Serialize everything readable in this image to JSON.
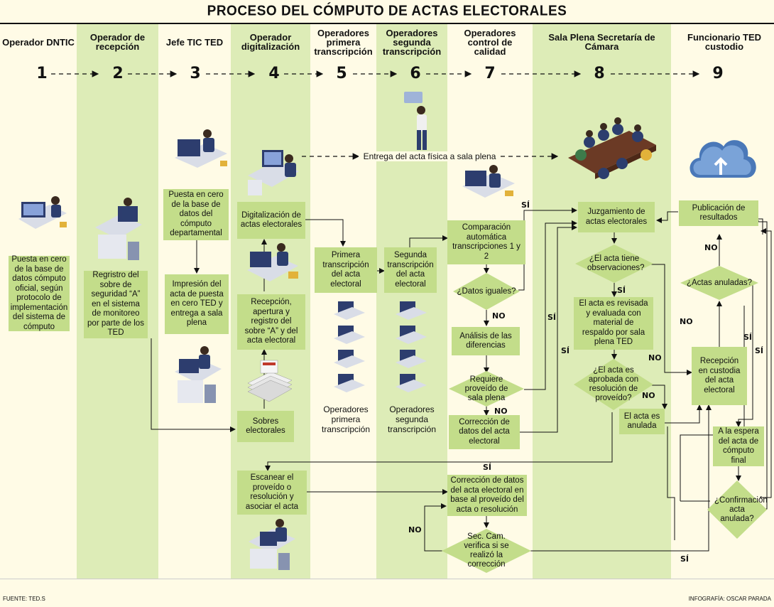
{
  "title": "PROCESO DEL CÓMPUTO DE ACTAS ELECTORALES",
  "columns": [
    {
      "label": "Operador DNTIC",
      "num": "1"
    },
    {
      "label": "Operador de recepción",
      "num": "2"
    },
    {
      "label": "Jefe TIC TED",
      "num": "3"
    },
    {
      "label": "Operador digitalización",
      "num": "4"
    },
    {
      "label": "Operadores primera transcripción",
      "num": "5"
    },
    {
      "label": "Operadores segunda transcripción",
      "num": "6"
    },
    {
      "label": "Operadores control de calidad",
      "num": "7"
    },
    {
      "label": "Sala Plena Secretaría de Cámara",
      "num": "8"
    },
    {
      "label": "Funcionario TED custodio",
      "num": "9"
    }
  ],
  "delivery_label": "Entrega del acta física a sala plena",
  "boxes": {
    "b1": "Puesta en cero de la base de datos cómputo oficial, según protocolo de implementación del sistema de cómputo",
    "b2": "Regristro del sobre de seguridad “A” en el sistema de monitoreo por parte de los TED",
    "b3a": "Puesta en cero de la base de datos del cómputo departamental",
    "b3b": "Impresión del acta de puesta en cero TED y entrega a sala plena",
    "b4a": "Digitalización de actas electorales",
    "b4b": "Recepción, apertura y registro del sobre “A” y del acta electoral",
    "b4c": "Sobres electorales",
    "b4d": "Escanear el proveído o resolución y asociar el acta",
    "b5": "Primera transcripción del acta electoral",
    "b6": "Segunda transcripción del acta electoral",
    "b7a": "Comparación automática transcripciones 1 y 2",
    "b7b": "Análisis de las diferencias",
    "b7c": "Corrección de datos del acta electoral",
    "b7d": "Corrección de datos del acta electoral en base al proveído del acta o resolución",
    "b8a": "Juzgamiento de actas electorales",
    "b8b": "El acta es revisada y evaluada con material de respaldo por sala plena TED",
    "b8c": "El acta es anulada",
    "b9a": "Publicación de resultados",
    "b9b": "Recepción en custodia del acta electoral",
    "b9c": "A la espera del acta de cómputo final"
  },
  "diamonds": {
    "d7a": "¿Datos iguales?",
    "d7b": "Requiere proveído de sala plena",
    "d7c": "Sec. Cam. verifica si se realizó la corrección",
    "d8a": "¿El acta tiene observaciones?",
    "d8b": "¿El acta es aprobada con resolución de proveído?",
    "d9a": "¿Actas anuladas?",
    "d9b": "¿Confirmación acta anulada?"
  },
  "captions": {
    "c5": "Operadores primera transcripción",
    "c6": "Operadores segunda transcripción"
  },
  "answers": {
    "si": "SÍ",
    "no": "NO"
  },
  "footer": {
    "source": "FUENTE: TED.S",
    "credit": "INFOGRAFÍA: OSCAR PARADA"
  },
  "colors": {
    "band": "#ddecb7",
    "box": "#c3dd8a",
    "background": "#fffbe6"
  }
}
